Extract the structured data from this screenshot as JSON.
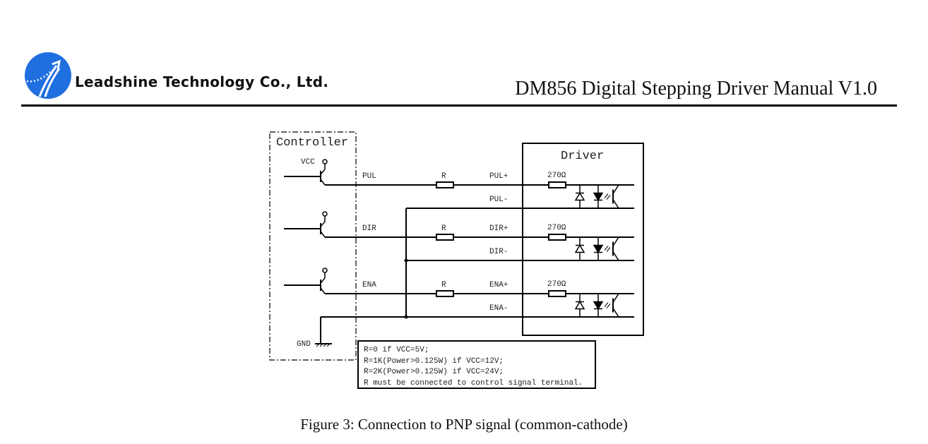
{
  "header": {
    "company_name": "Leadshine Technology Co., Ltd.",
    "document_title": "DM856 Digital Stepping Driver Manual V1.0",
    "logo_color": "#1f6fe0"
  },
  "diagram": {
    "controller_label": "Controller",
    "driver_label": "Driver",
    "vcc_label": "VCC",
    "gnd_label": "GND",
    "series_resistor_label": "R",
    "internal_resistor_label": "270Ω",
    "signals": [
      {
        "name": "PUL",
        "plus": "PUL+",
        "minus": "PUL-"
      },
      {
        "name": "DIR",
        "plus": "DIR+",
        "minus": "DIR-"
      },
      {
        "name": "ENA",
        "plus": "ENA+",
        "minus": "ENA-"
      }
    ],
    "notes": [
      "R=0 if VCC=5V;",
      "R=1K(Power>0.125W) if VCC=12V;",
      "R=2K(Power>0.125W) if VCC=24V;",
      "R must be connected to control signal terminal."
    ]
  },
  "caption": "Figure 3: Connection to PNP signal (common-cathode)"
}
